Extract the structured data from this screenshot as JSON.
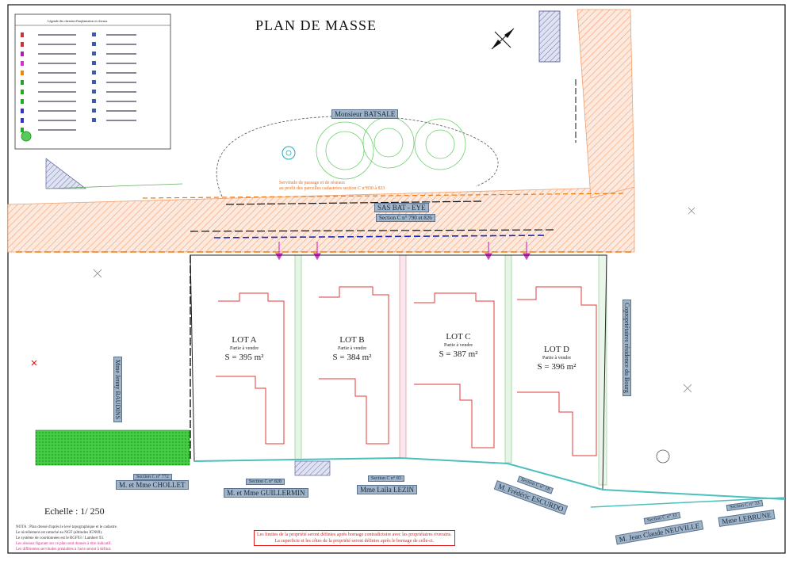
{
  "title": "PLAN DE MASSE",
  "scale": "Echelle : 1/ 250",
  "legend_title": "Légende des chemins d'implantation et réseaux",
  "parcels_top": {
    "batsale": "Monsieur BATSALE",
    "sas_name": "SAS BAT - EYE",
    "sas_section": "Section C n° 790 et 826",
    "servitude_line1": "Servitude de passage et de réseaux",
    "servitude_line2": "au profit des parcelles cadastrées section C n°830 à 833"
  },
  "lots": [
    {
      "name": "LOT A",
      "sub": "Partie à vendre",
      "area": "S = 395 m²"
    },
    {
      "name": "LOT B",
      "sub": "Partie à vendre",
      "area": "S = 384 m²"
    },
    {
      "name": "LOT C",
      "sub": "Partie à vendre",
      "area": "S = 387 m²"
    },
    {
      "name": "LOT D",
      "sub": "Partie à vendre",
      "area": "S = 396 m²"
    }
  ],
  "neighbours": {
    "left": "Mme Jenny BAUDINS",
    "right": "Copropriétaires résidence du Bourg",
    "chollet_section": "Section C n° 772",
    "chollet": "M. et Mme CHOLLET",
    "guillermin_section": "Section C n° 828",
    "guillermin": "M. et Mme GUILLERMIN",
    "lezin_section": "Section C n° 83",
    "lezin": "Mme Laïla LEZIN",
    "escurdo_section": "Section C n° 18",
    "escurdo": "M. Frédéric ESCURDO",
    "neuville_section": "Section C n° 33",
    "neuville": "M. Jean Claude NEUVILLE",
    "lebrune_section": "Section C n° 33",
    "lebrune": "Mme LEBRUNE"
  },
  "warning": [
    "Les limites de la propriété seront définies après bornage contradictoire avec les propriétaires riverains.",
    "La superficie et les côtes de la propriété seront définies après le bornage de celle-ci."
  ],
  "notes": [
    "NOTA : Plan dressé d'après le levé topographique et le cadastre.",
    "Le nivellement est rattaché au NGF (altitudes IGN69).",
    "Le système de coordonnées est le RGF93 / Lambert 93.",
    "Les réseaux figurant sur ce plan sont donnés à titre indicatif.",
    "Les différentes servitudes préalables à l'acte seront à définir."
  ],
  "colors": {
    "lot_line": "#e03a3a",
    "road_hatch": "#f0a070",
    "green_zone": "#22aa22",
    "network_blue": "#1a2ac0",
    "orange_line": "#f07a10",
    "label_box": "#9fb4c9"
  }
}
